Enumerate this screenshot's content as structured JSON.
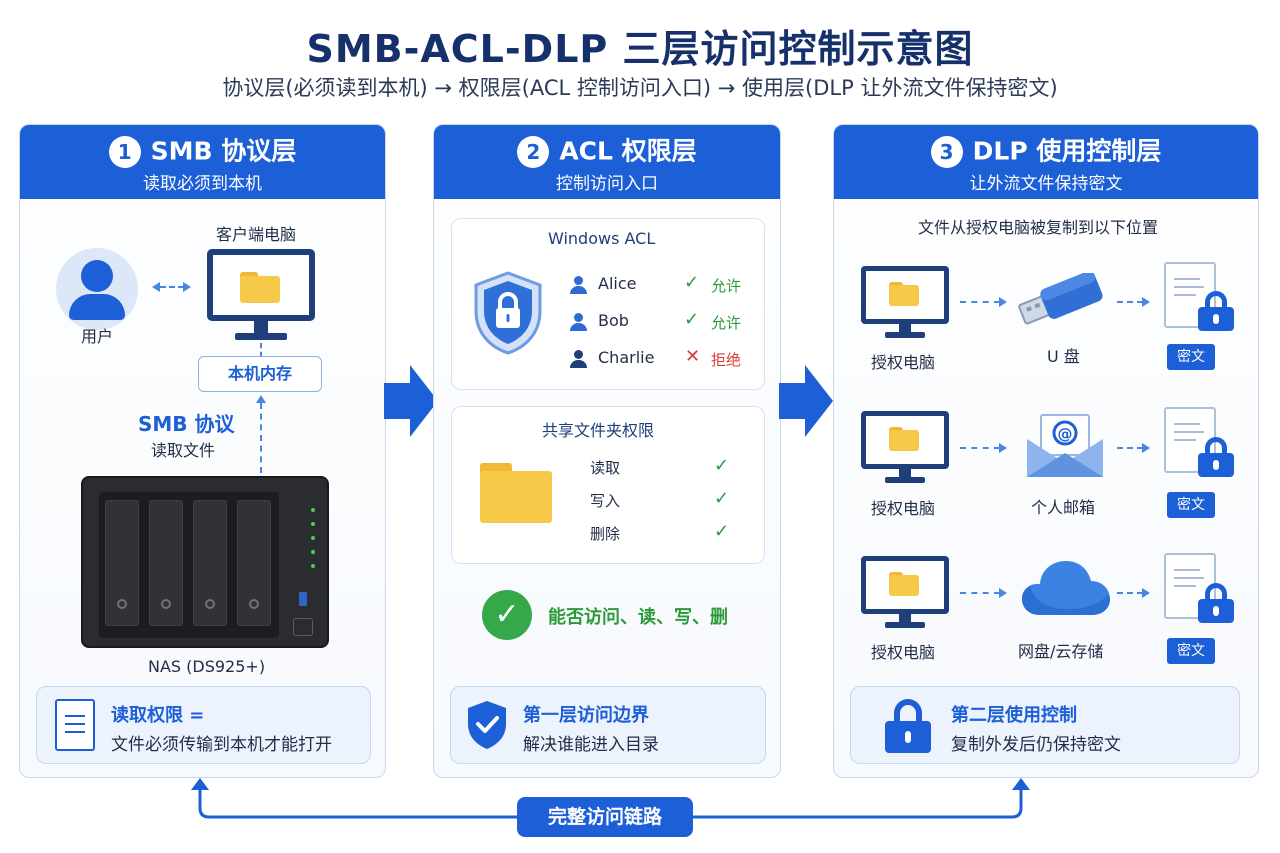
{
  "header": {
    "title": "SMB-ACL-DLP 三层访问控制示意图",
    "subtitle": "协议层(必须读到本机) → 权限层(ACL 控制访问入口) → 使用层(DLP 让外流文件保持密文)"
  },
  "panel1": {
    "num": "1",
    "title": "SMB 协议层",
    "subtitle": "读取必须到本机",
    "client_label": "客户端电脑",
    "user_label": "用户",
    "memory_label": "本机内存",
    "smb_label": "SMB 协议",
    "read_file_label": "读取文件",
    "nas_label": "NAS (DS925+)",
    "bottom_title": "读取权限 =",
    "bottom_text": "文件必须传输到本机才能打开"
  },
  "panel2": {
    "num": "2",
    "title": "ACL 权限层",
    "subtitle": "控制访问入口",
    "acl_title": "Windows ACL",
    "acl_entries": [
      {
        "user": "Alice",
        "status": "允许",
        "allowed": true
      },
      {
        "user": "Bob",
        "status": "允许",
        "allowed": true
      },
      {
        "user": "Charlie",
        "status": "拒绝",
        "allowed": false
      }
    ],
    "share_title": "共享文件夹权限",
    "share_perms": [
      "读取",
      "写入",
      "删除"
    ],
    "result_text": "能否访问、读、写、删",
    "bottom_title": "第一层访问边界",
    "bottom_text": "解决谁能进入目录"
  },
  "panel3": {
    "num": "3",
    "title": "DLP 使用控制层",
    "subtitle": "让外流文件保持密文",
    "intro": "文件从授权电脑被复制到以下位置",
    "rows": [
      {
        "source": "授权电脑",
        "dest": "U 盘",
        "dest_icon": "usb-drive-icon",
        "tag": "密文"
      },
      {
        "source": "授权电脑",
        "dest": "个人邮箱",
        "dest_icon": "email-icon",
        "tag": "密文"
      },
      {
        "source": "授权电脑",
        "dest": "网盘/云存储",
        "dest_icon": "cloud-icon",
        "tag": "密文"
      }
    ],
    "bottom_title": "第二层使用控制",
    "bottom_text": "复制外发后仍保持密文"
  },
  "footer": {
    "chain_label": "完整访问链路"
  },
  "colors": {
    "primary": "#1c5fd6",
    "title": "#15306b",
    "allow": "#2d9a3a",
    "deny": "#d93a35",
    "folder": "#f7c948"
  }
}
